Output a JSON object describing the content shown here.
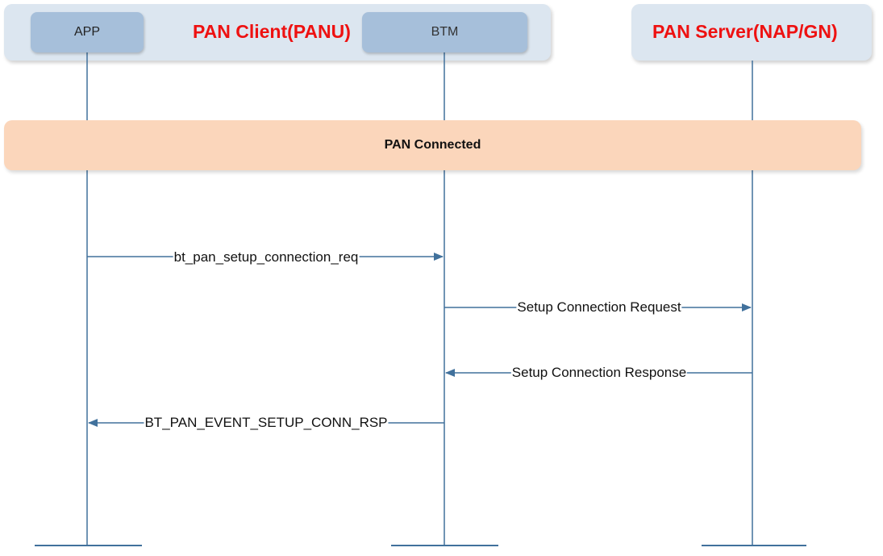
{
  "groups": {
    "client": {
      "title": "PAN Client(PANU)"
    },
    "server": {
      "title": "PAN Server(NAP/GN)"
    }
  },
  "participants": {
    "app": {
      "label": "APP"
    },
    "btm": {
      "label": "BTM"
    }
  },
  "state": {
    "label": "PAN Connected"
  },
  "messages": [
    {
      "label": "bt_pan_setup_connection_req",
      "from": "app",
      "to": "btm"
    },
    {
      "label": "Setup Connection Request",
      "from": "btm",
      "to": "server"
    },
    {
      "label": "Setup Connection Response",
      "from": "server",
      "to": "btm"
    },
    {
      "label": "BT_PAN_EVENT_SETUP_CONN_RSP",
      "from": "btm",
      "to": "app"
    }
  ],
  "colors": {
    "line": "#41719c",
    "group_bg": "#dce6f0",
    "participant_bg": "#a6bfda",
    "state_bg": "#fbd6bb",
    "title_red": "#ee1111"
  }
}
